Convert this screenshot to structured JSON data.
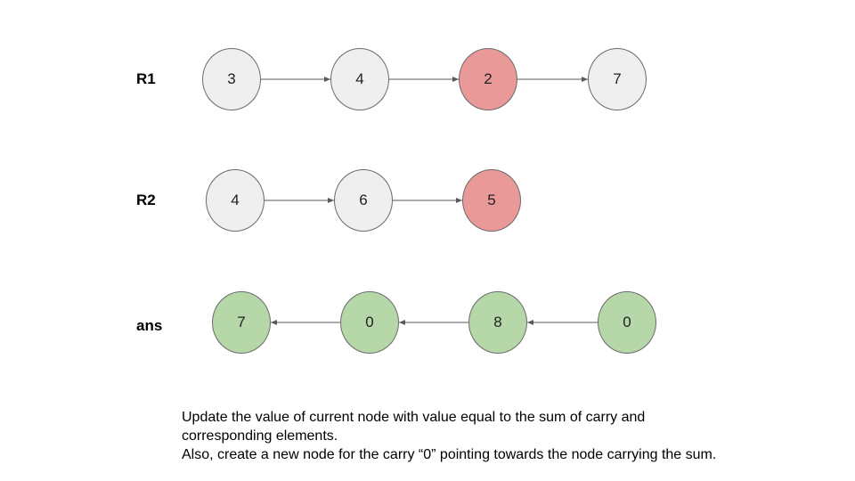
{
  "colors": {
    "default": "#efefef",
    "highlight": "#ea9999",
    "result": "#b6d7a8",
    "stroke": "#6b6b6b",
    "arrow": "#595959"
  },
  "lists": [
    {
      "label": "R1",
      "direction": "forward",
      "nodes": [
        {
          "value": "3",
          "state": "default"
        },
        {
          "value": "4",
          "state": "default"
        },
        {
          "value": "2",
          "state": "highlight"
        },
        {
          "value": "7",
          "state": "default"
        }
      ]
    },
    {
      "label": "R2",
      "direction": "forward",
      "nodes": [
        {
          "value": "4",
          "state": "default"
        },
        {
          "value": "6",
          "state": "default"
        },
        {
          "value": "5",
          "state": "highlight"
        }
      ]
    },
    {
      "label": "ans",
      "direction": "backward",
      "nodes": [
        {
          "value": "7",
          "state": "result"
        },
        {
          "value": "0",
          "state": "result"
        },
        {
          "value": "8",
          "state": "result"
        },
        {
          "value": "0",
          "state": "result"
        }
      ]
    }
  ],
  "caption": {
    "line1": "Update the value of current node with value equal to the sum of carry and",
    "line2": "corresponding elements.",
    "line3": "Also, create a new node for the carry “0” pointing towards the node carrying the sum."
  }
}
